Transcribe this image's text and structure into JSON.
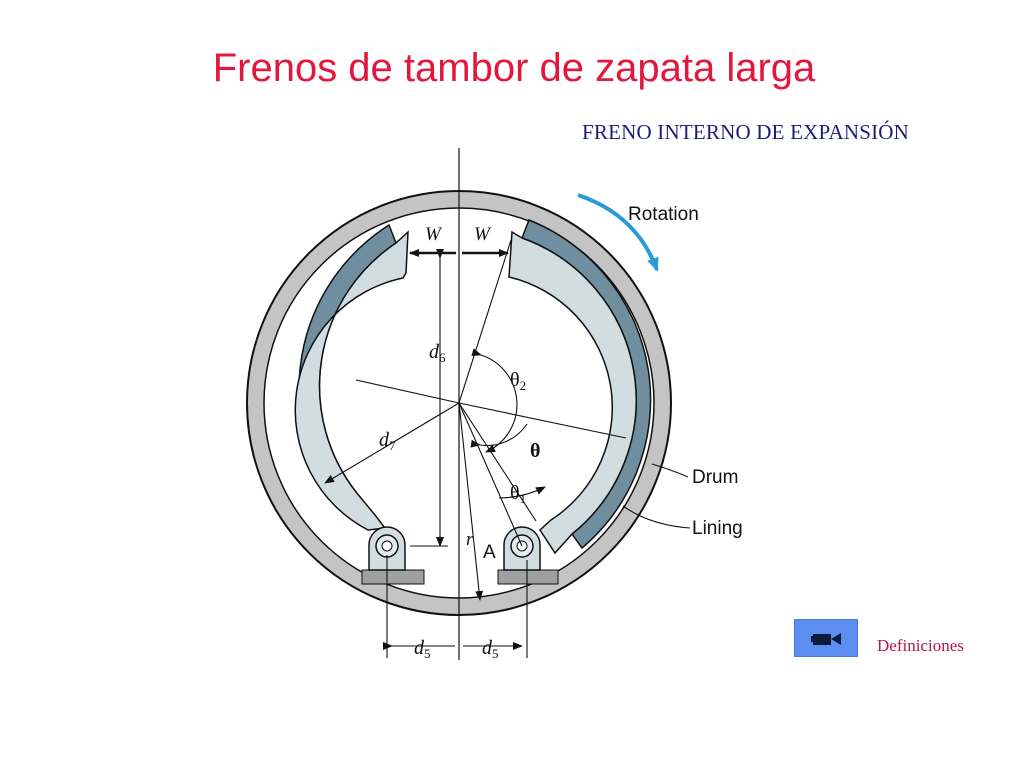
{
  "slide": {
    "title": "Frenos de tambor de zapata larga",
    "subtitle": "FRENO INTERNO DE EXPANSIÓN"
  },
  "diagram": {
    "labels": {
      "rotation": "Rotation",
      "drum": "Drum",
      "lining": "Lining",
      "force_left": "W",
      "force_right": "W",
      "d6": "d",
      "d6_sub": "6",
      "d7": "d",
      "d7_sub": "7",
      "theta2": "θ",
      "theta2_sub": "2",
      "theta": "θ",
      "theta1": "θ",
      "theta1_sub": "1",
      "radius": "r",
      "pivot_a": "A",
      "d5_left": "d",
      "d5_left_sub": "5",
      "d5_right": "d",
      "d5_right_sub": "5"
    },
    "colors": {
      "drum": "#c4c4c4",
      "lining": "#6f8fa0",
      "shoe": "#d2dde2",
      "rotation_arrow": "#2a9bd6",
      "ground": "#a0a0a0"
    }
  },
  "navigation": {
    "button_icon": "movie-camera-icon",
    "link_label": "Definiciones",
    "button_color": "#5b8ef0"
  }
}
